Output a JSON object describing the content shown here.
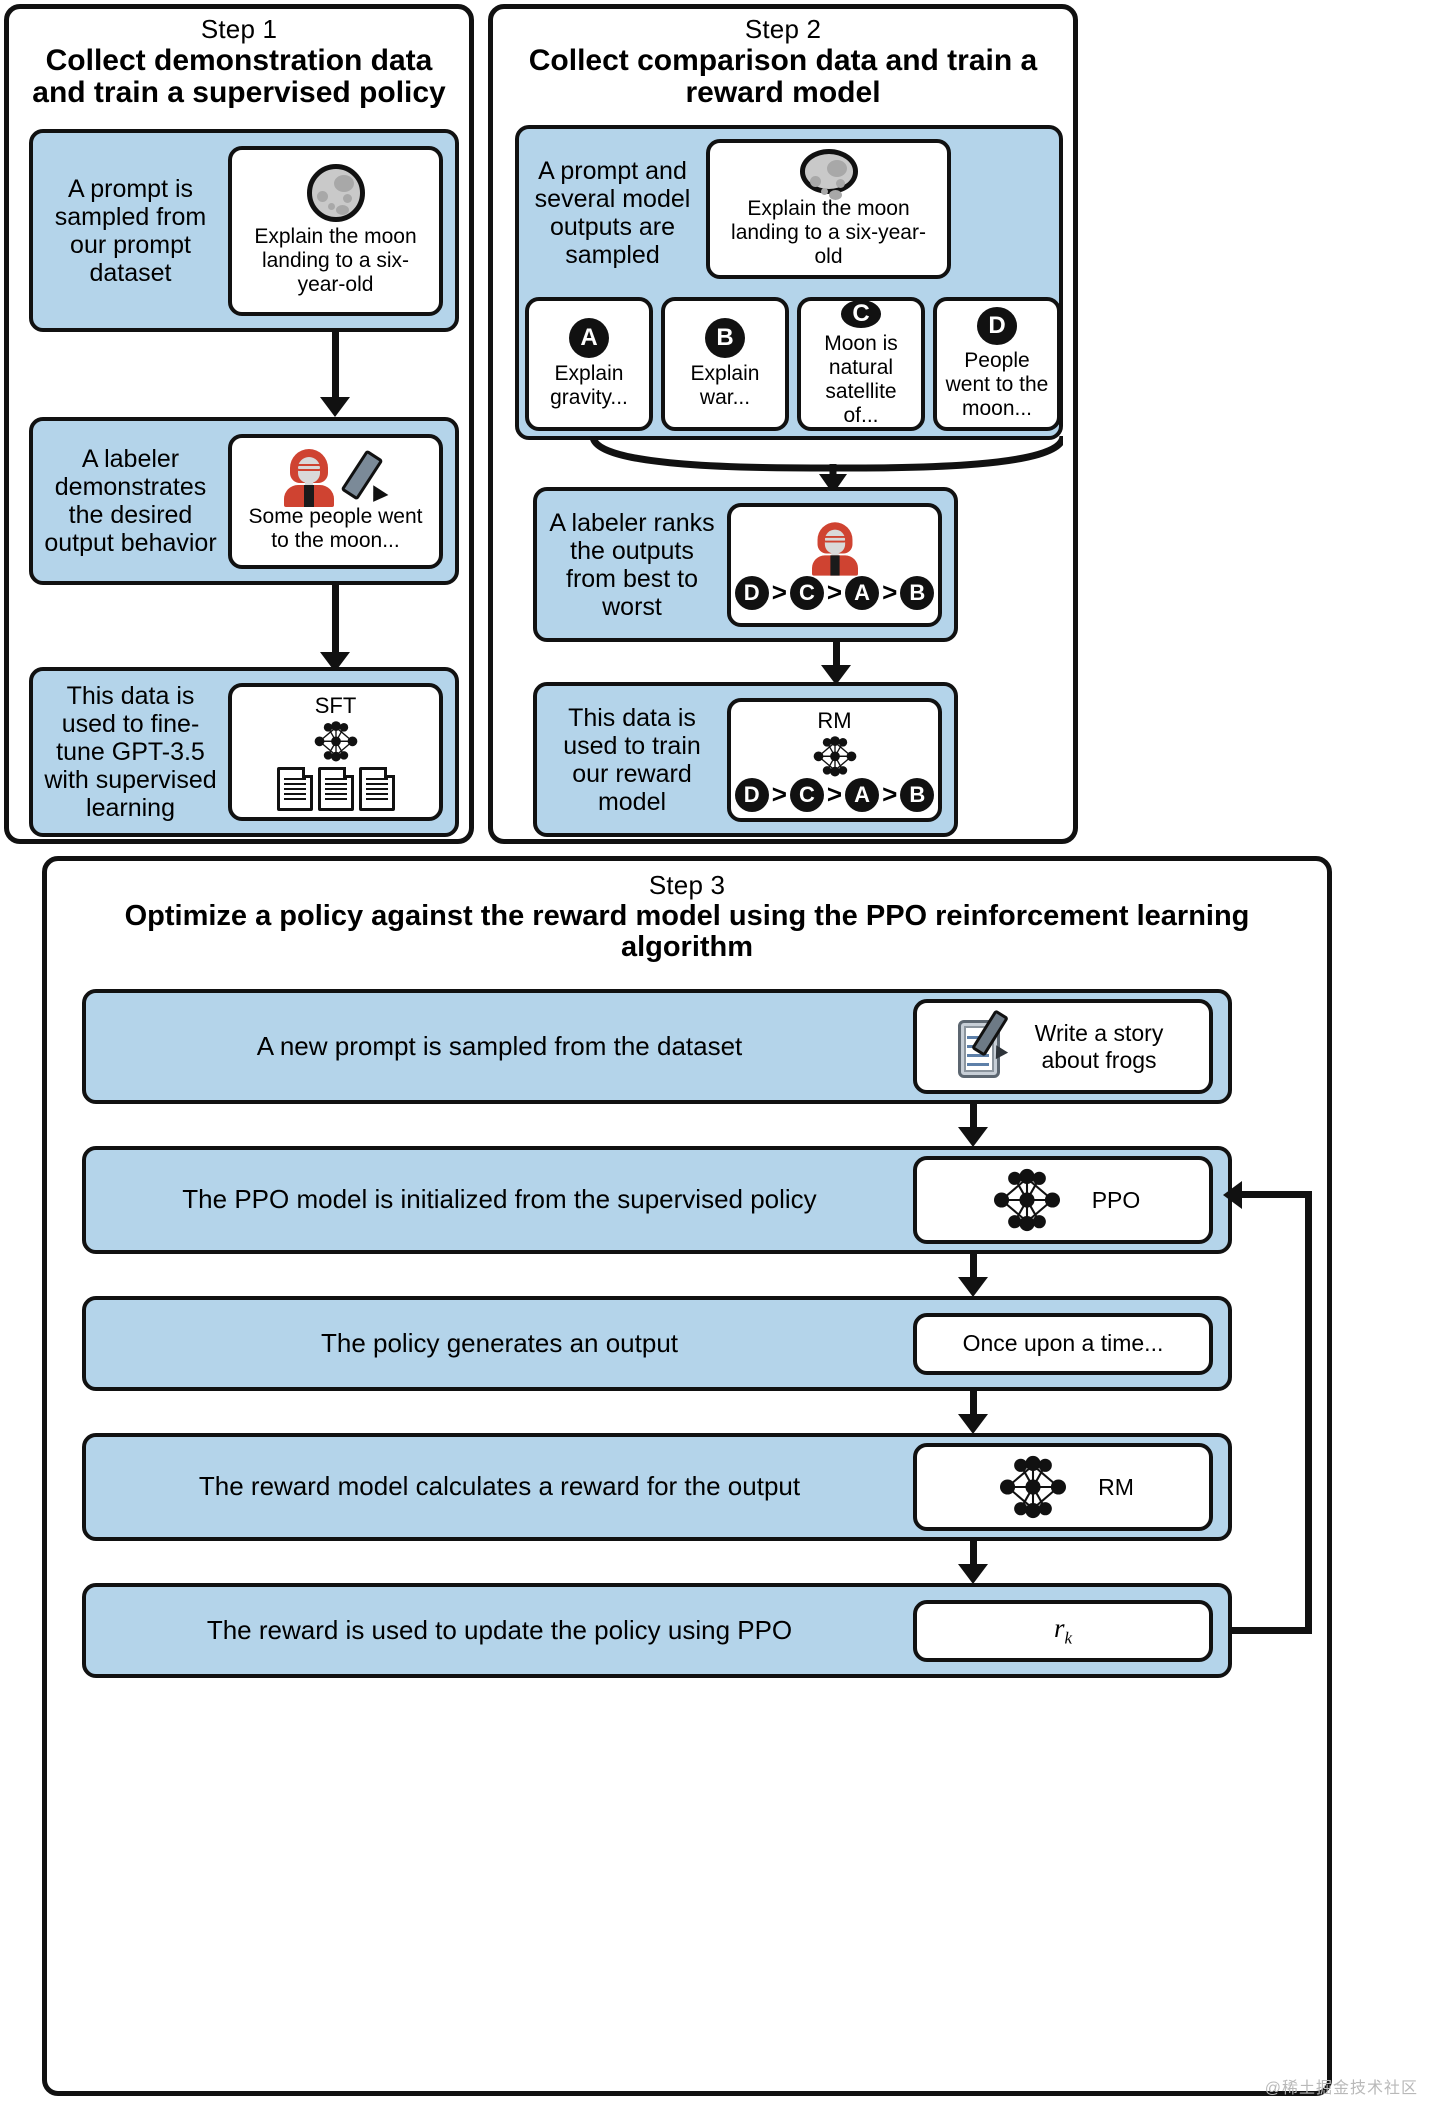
{
  "colors": {
    "panel_fill": "#ffffff",
    "row_fill": "#b4d4ea",
    "stroke": "#111111",
    "person_red": "#cf4331",
    "pencil_grey": "#7b8a98"
  },
  "step1": {
    "number": "Step 1",
    "title": "Collect demonstration data and train a supervised policy",
    "rows": [
      {
        "label": "A prompt is sampled from our prompt dataset",
        "card_text": "Explain the moon landing to a six-year-old",
        "card_icon": "moon-icon"
      },
      {
        "label": "A labeler demonstrates the desired output behavior",
        "card_text": "Some people went to the moon...",
        "card_icon": "labeler-person-icon"
      },
      {
        "label": "This data is used to fine-tune GPT-3.5 with supervised learning",
        "card_text": "SFT",
        "card_icon": "neural-network-icon"
      }
    ]
  },
  "step2": {
    "number": "Step 2",
    "title": "Collect comparison data and train a reward model",
    "rows": [
      {
        "label": "A prompt and several model outputs are sampled",
        "card_text": "Explain the moon landing to a six-year-old",
        "card_icon": "moon-icon"
      },
      {
        "label": "A labeler ranks the outputs from best to worst",
        "card_icon": "labeler-person-icon",
        "ranking": [
          "D",
          "C",
          "A",
          "B"
        ]
      },
      {
        "label": "This data is used to train our reward model",
        "card_text": "RM",
        "card_icon": "neural-network-icon",
        "ranking": [
          "D",
          "C",
          "A",
          "B"
        ]
      }
    ],
    "options": [
      {
        "letter": "A",
        "text": "Explain gravity..."
      },
      {
        "letter": "B",
        "text": "Explain war..."
      },
      {
        "letter": "C",
        "text": "Moon is natural satellite of..."
      },
      {
        "letter": "D",
        "text": "People went to the moon..."
      }
    ]
  },
  "step3": {
    "number": "Step 3",
    "title": "Optimize a policy against the reward model using the PPO reinforcement learning algorithm",
    "rows": [
      {
        "label": "A new prompt is sampled from the dataset",
        "card_text": "Write a story about frogs",
        "card_icon": "clipboard-pencil-icon"
      },
      {
        "label": "The PPO model is initialized from the supervised policy",
        "card_text": "PPO",
        "card_icon": "neural-network-icon"
      },
      {
        "label": "The policy generates an output",
        "card_text": "Once upon a time...",
        "card_icon": "none"
      },
      {
        "label": "The reward model calculates a reward for the output",
        "card_text": "RM",
        "card_icon": "neural-network-icon"
      },
      {
        "label": "The reward is used to update the policy using PPO",
        "card_text": "r",
        "card_sub": "k",
        "card_icon": "none"
      }
    ]
  },
  "watermark": "@稀土掘金技术社区"
}
